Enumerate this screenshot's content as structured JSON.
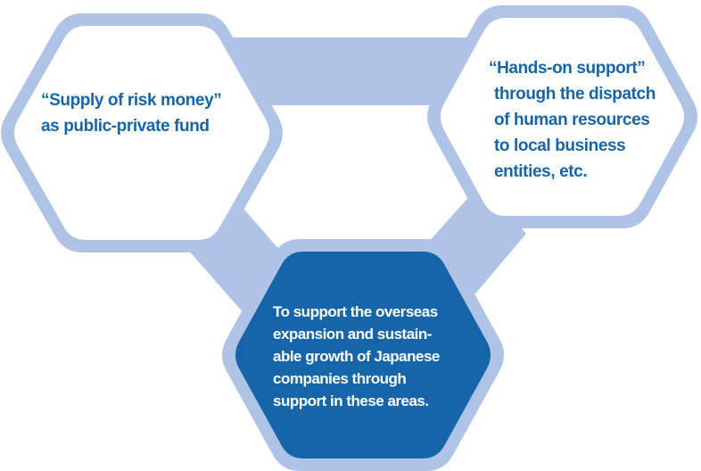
{
  "colors": {
    "connector": "#aec3e6",
    "hex_outline": "#aec3e6",
    "hex_fill_light": "#ffffff",
    "hex_fill_dark": "#1565a8",
    "text_dark": "#1565a8",
    "text_light": "#ffffff"
  },
  "nodes": {
    "left": {
      "lines": [
        "“Supply of risk money”",
        "as public-private fund"
      ]
    },
    "right": {
      "lines": [
        "“Hands-on support”",
        "through the dispatch",
        "of human resources",
        "to local business",
        "entities, etc."
      ]
    },
    "bottom": {
      "lines": [
        "To support the overseas",
        "expansion and sustain-",
        "able growth of Japanese",
        "companies through",
        "support in these areas."
      ]
    }
  }
}
